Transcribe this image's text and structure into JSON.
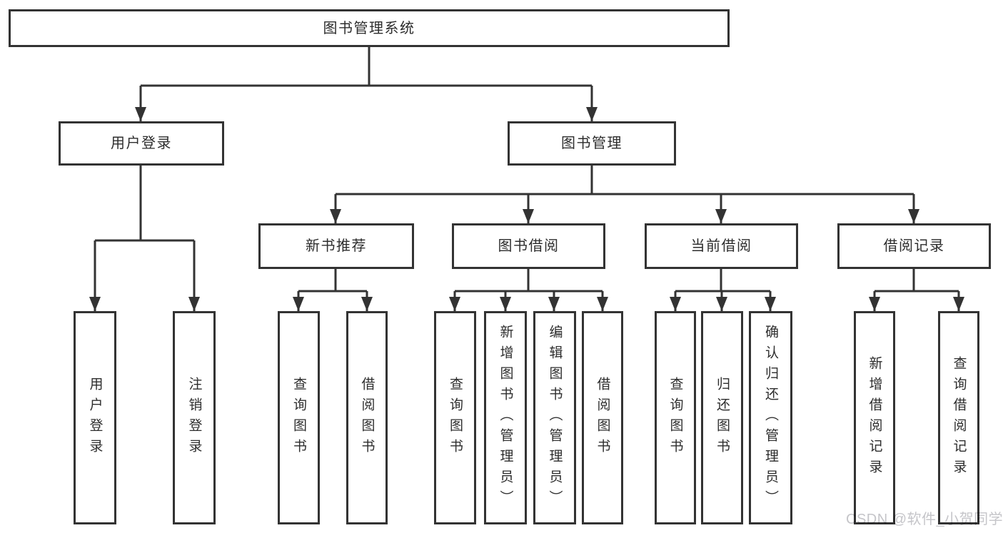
{
  "diagram": {
    "root": {
      "label": "图书管理系统"
    },
    "level2": [
      {
        "label": "用户登录"
      },
      {
        "label": "图书管理"
      }
    ],
    "level3": [
      {
        "label": "新书推荐"
      },
      {
        "label": "图书借阅"
      },
      {
        "label": "当前借阅"
      },
      {
        "label": "借阅记录"
      }
    ],
    "leaves": {
      "user_login": [
        {
          "label": "用户登录"
        },
        {
          "label": "注销登录"
        }
      ],
      "new_book": [
        {
          "label": "查询图书"
        },
        {
          "label": "借阅图书"
        }
      ],
      "book_borrow": [
        {
          "label": "查询图书"
        },
        {
          "label": "新增图书（管理员）"
        },
        {
          "label": "编辑图书（管理员）"
        },
        {
          "label": "借阅图书"
        }
      ],
      "current_borrow": [
        {
          "label": "查询图书"
        },
        {
          "label": "归还图书"
        },
        {
          "label": "确认归还（管理员）"
        }
      ],
      "borrow_record": [
        {
          "label": "新增借阅记录"
        },
        {
          "label": "查询借阅记录"
        }
      ]
    }
  },
  "watermark": {
    "text": "CSDN @软件_小贺同学"
  },
  "colors": {
    "line": "#333333",
    "box_border": "#333333",
    "box_fill": "#ffffff",
    "text": "#2d2d2d",
    "watermark": "#c5c5c9",
    "background": "#ffffff"
  }
}
